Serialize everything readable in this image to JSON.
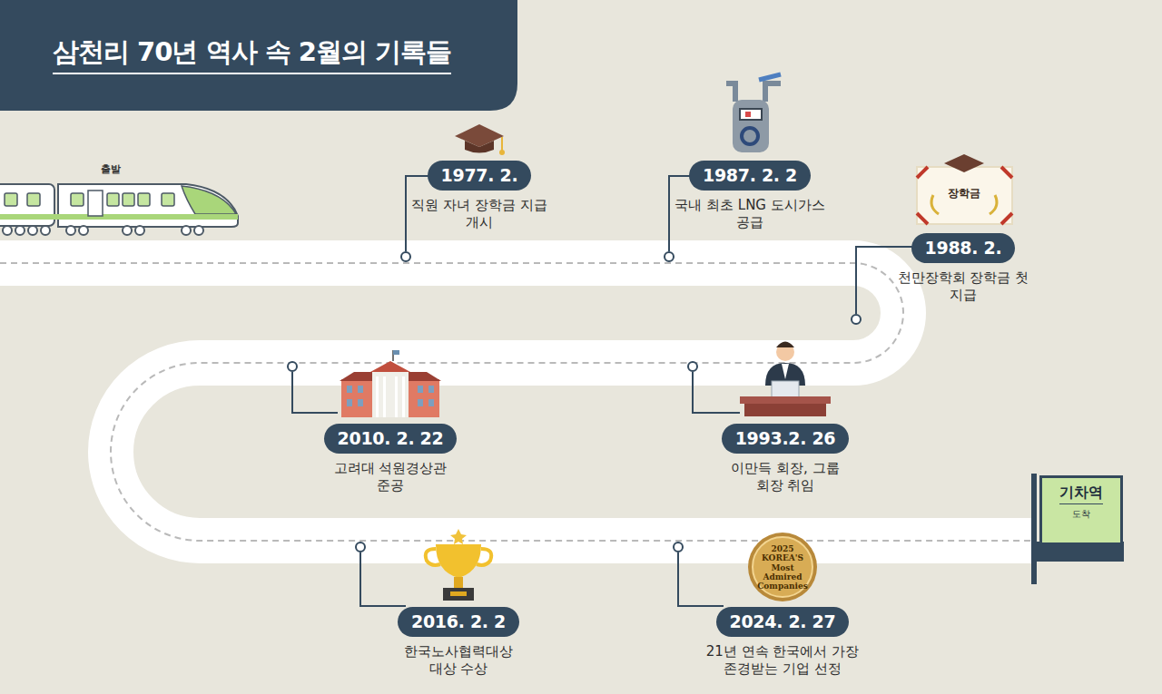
{
  "diagram": {
    "title": "삼천리 70년 역사 속 2월의 기록들",
    "nodes": [
      {
        "text": [
          "1977. 2.",
          "직원 자녀 장학금 지급 개시"
        ]
      },
      {
        "text": [
          "1987. 2. 2",
          "국내 최초 LNG 도시가스 공급"
        ]
      },
      {
        "text": [
          "1988. 2.",
          "천만장학회 장학금 첫 지급"
        ]
      },
      {
        "text": [
          "1993.2. 26",
          "이만득 회장, 그룹 회장 취임"
        ]
      },
      {
        "text": [
          "2010. 2. 22",
          "고려대 석원경상관 준공"
        ]
      },
      {
        "text": [
          "2016. 2. 2",
          "한국노사협력대상 대상 수상"
        ]
      },
      {
        "text": [
          "2024. 2. 27",
          "21년 연속 한국에서 가장 존경받는 기업 선정"
        ]
      },
      {
        "text": [
          "기차역",
          "도착"
        ]
      }
    ],
    "labels": [
      "출발",
      "장학금",
      "2025 KOREA'S Most Admired Companies"
    ]
  }
}
